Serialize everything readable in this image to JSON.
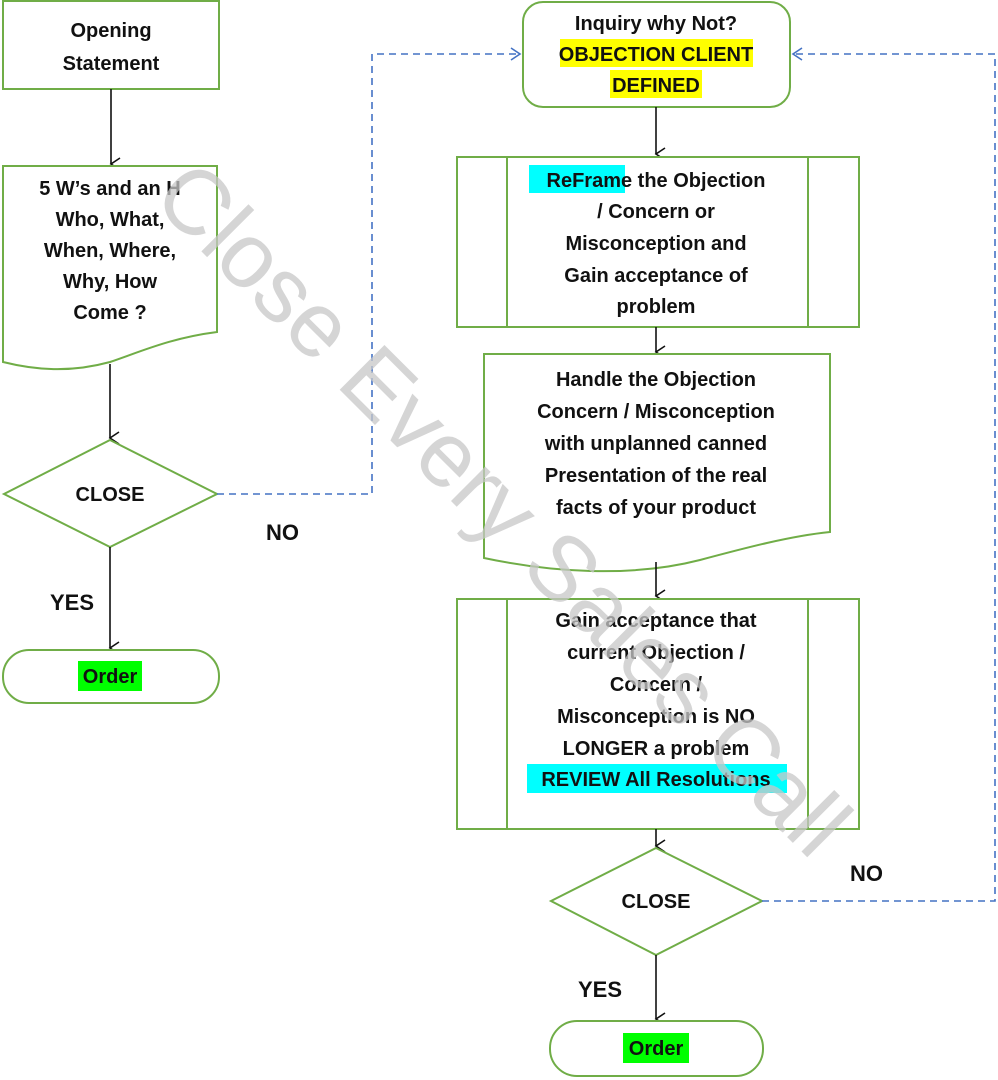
{
  "colors": {
    "shape_stroke": "#70ad47",
    "connector": "#111111",
    "loop_connector": "#4472c4",
    "highlight_yellow": "#ffff00",
    "highlight_cyan": "#00ffff",
    "highlight_green": "#00ff00",
    "watermark": "#c8c8c8"
  },
  "watermark": "Close Every Sales Call",
  "left_flow": {
    "opening": {
      "lines": [
        "Opening",
        "Statement"
      ]
    },
    "questions": {
      "lines": [
        "5 W’s and an H",
        "Who, What,",
        "When, Where,",
        "Why, How",
        "Come ?"
      ]
    },
    "decision": {
      "label": "CLOSE"
    },
    "yes_label": "YES",
    "no_label": "NO",
    "order": {
      "label": "Order"
    }
  },
  "right_flow": {
    "inquiry": {
      "line1": "Inquiry why Not?",
      "line2": "OBJECTION CLIENT",
      "line3": "DEFINED"
    },
    "reframe": {
      "highlight": "ReFrame",
      "line1_rest": " the Objection",
      "lines": [
        "/ Concern  or",
        "Misconception and",
        "Gain acceptance of",
        "problem"
      ]
    },
    "handle": {
      "lines": [
        "Handle the Objection",
        "Concern / Misconception",
        "with unplanned canned",
        "Presentation of the real",
        "facts of your product"
      ]
    },
    "gain": {
      "lines": [
        "Gain acceptance that",
        "current Objection /",
        "Concern /",
        "Misconception is NO",
        "LONGER a problem"
      ],
      "highlight_line": "REVIEW All Resolutions"
    },
    "decision": {
      "label": "CLOSE"
    },
    "yes_label": "YES",
    "no_label": "NO",
    "order": {
      "label": "Order"
    }
  }
}
